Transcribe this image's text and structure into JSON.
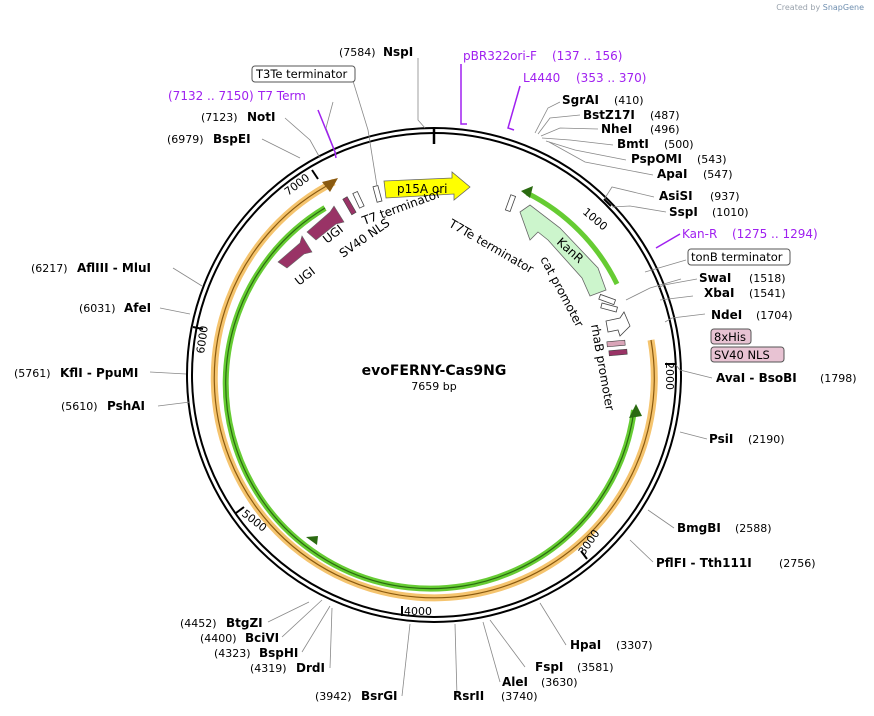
{
  "credit": {
    "prefix": "Created by",
    "brand": "SnapGene"
  },
  "plasmid": {
    "name": "evoFERNY-Cas9NG",
    "size_label": "7659 bp"
  },
  "ticks": [
    "1000",
    "2000",
    "3000",
    "4000",
    "5000",
    "6000",
    "7000"
  ],
  "sites": [
    {
      "name": "NspI",
      "pos": "(7584)"
    },
    {
      "name": "SgrAI",
      "pos": "(410)"
    },
    {
      "name": "BstZ17I",
      "pos": "(487)"
    },
    {
      "name": "NheI",
      "pos": "(496)"
    },
    {
      "name": "BmtI",
      "pos": "(500)"
    },
    {
      "name": "PspOMI",
      "pos": "(543)"
    },
    {
      "name": "ApaI",
      "pos": "(547)"
    },
    {
      "name": "AsiSI",
      "pos": "(937)"
    },
    {
      "name": "SspI",
      "pos": "(1010)"
    },
    {
      "name": "SwaI",
      "pos": "(1518)"
    },
    {
      "name": "XbaI",
      "pos": "(1541)"
    },
    {
      "name": "NdeI",
      "pos": "(1704)"
    },
    {
      "name": "AvaI  - BsoBI",
      "pos": "(1798)"
    },
    {
      "name": "PsiI",
      "pos": "(2190)"
    },
    {
      "name": "BmgBI",
      "pos": "(2588)"
    },
    {
      "name": "PflFI  - Tth111I",
      "pos": "(2756)"
    },
    {
      "name": "HpaI",
      "pos": "(3307)"
    },
    {
      "name": "FspI",
      "pos": "(3581)"
    },
    {
      "name": "AleI",
      "pos": "(3630)"
    },
    {
      "name": "RsrII",
      "pos": "(3740)"
    },
    {
      "name": "BsrGI",
      "pos": "(3942)"
    },
    {
      "name": "DrdI",
      "pos": "(4319)"
    },
    {
      "name": "BspHI",
      "pos": "(4323)"
    },
    {
      "name": "BciVI",
      "pos": "(4400)"
    },
    {
      "name": "BtgZI",
      "pos": "(4452)"
    },
    {
      "name": "PshAI",
      "pos": "(5610)"
    },
    {
      "name": "KflI  - PpuMI",
      "pos": "(5761)"
    },
    {
      "name": "AfeI",
      "pos": "(6031)"
    },
    {
      "name": "AflIII  - MluI",
      "pos": "(6217)"
    },
    {
      "name": "BspEI",
      "pos": "(6979)"
    },
    {
      "name": "NotI",
      "pos": "(7123)"
    }
  ],
  "primers": [
    {
      "name": "pBR322ori-F",
      "range": "(137 .. 156)"
    },
    {
      "name": "L4440",
      "range": "(353 .. 370)"
    },
    {
      "name": "Kan-R",
      "range": "(1275 .. 1294)"
    },
    {
      "name": "T7 Term",
      "range": "(7132 .. 7150)"
    }
  ],
  "boxed_features": [
    "T3Te terminator",
    "tonB terminator",
    "8xHis",
    "SV40 NLS"
  ],
  "features": [
    "p15A ori",
    "T7 terminator",
    "T7Te terminator",
    "KanR",
    "cat promoter",
    "rhaB promoter",
    "SV40 NLS",
    "UGI",
    "UGI"
  ],
  "colors": {
    "backbone": "#000000",
    "ori": "#ffff00",
    "kanr": "#ccf5cc",
    "ugi": "#993366",
    "nls": "#d9a5b8",
    "cds_orange": "#f5c46e",
    "cds_green": "#66cc33",
    "primer": "#a020f0"
  }
}
